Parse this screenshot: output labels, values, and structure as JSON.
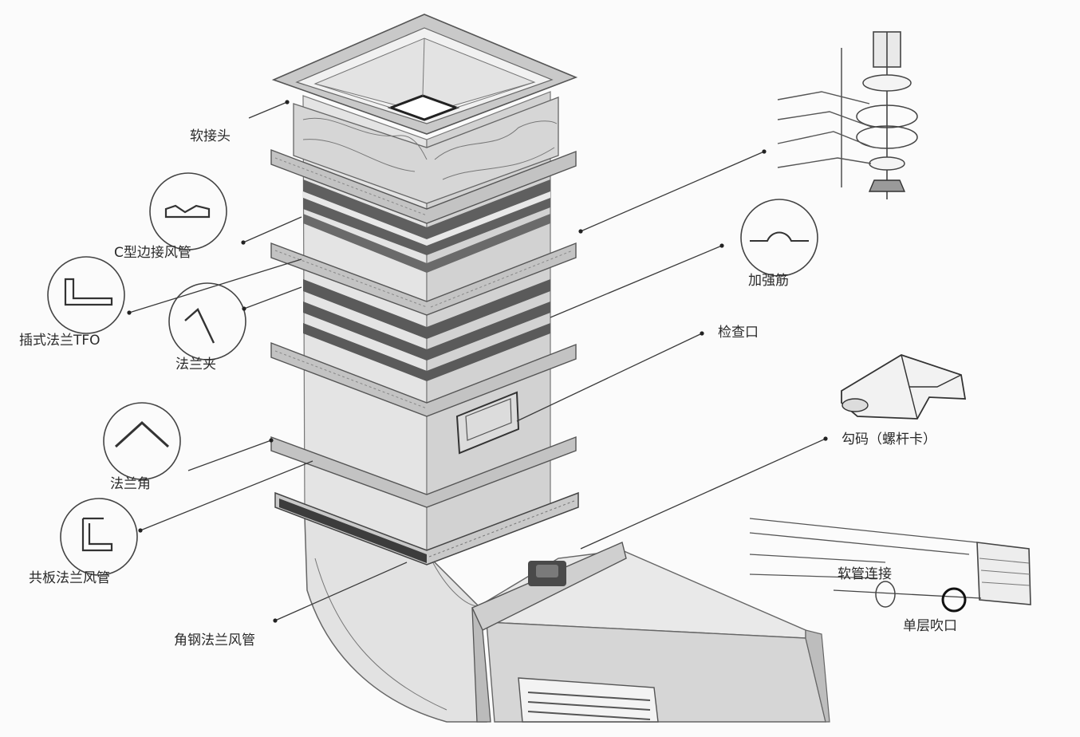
{
  "labels": {
    "soft_joint": "软接头",
    "c_type_duct": "C型边接风管",
    "insert_flange": "插式法兰TFO",
    "flange_clip": "法兰夹",
    "flange_angle": "法兰角",
    "sheet_flange_duct": "共板法兰风管",
    "angle_steel_duct": "角钢法兰风管",
    "stiffener_rib": "加强筋",
    "inspection_port": "检查口",
    "hook_bolt": "勾码（螺杆卡）",
    "hose_connection": "软管连接",
    "single_layer_outlet": "单层吹口"
  },
  "colors": {
    "duct_light": "#e6e6e6",
    "duct_mid": "#cfcfcf",
    "duct_dark": "#9c9c9c",
    "band": "#6e6e6e",
    "line": "#444444"
  }
}
